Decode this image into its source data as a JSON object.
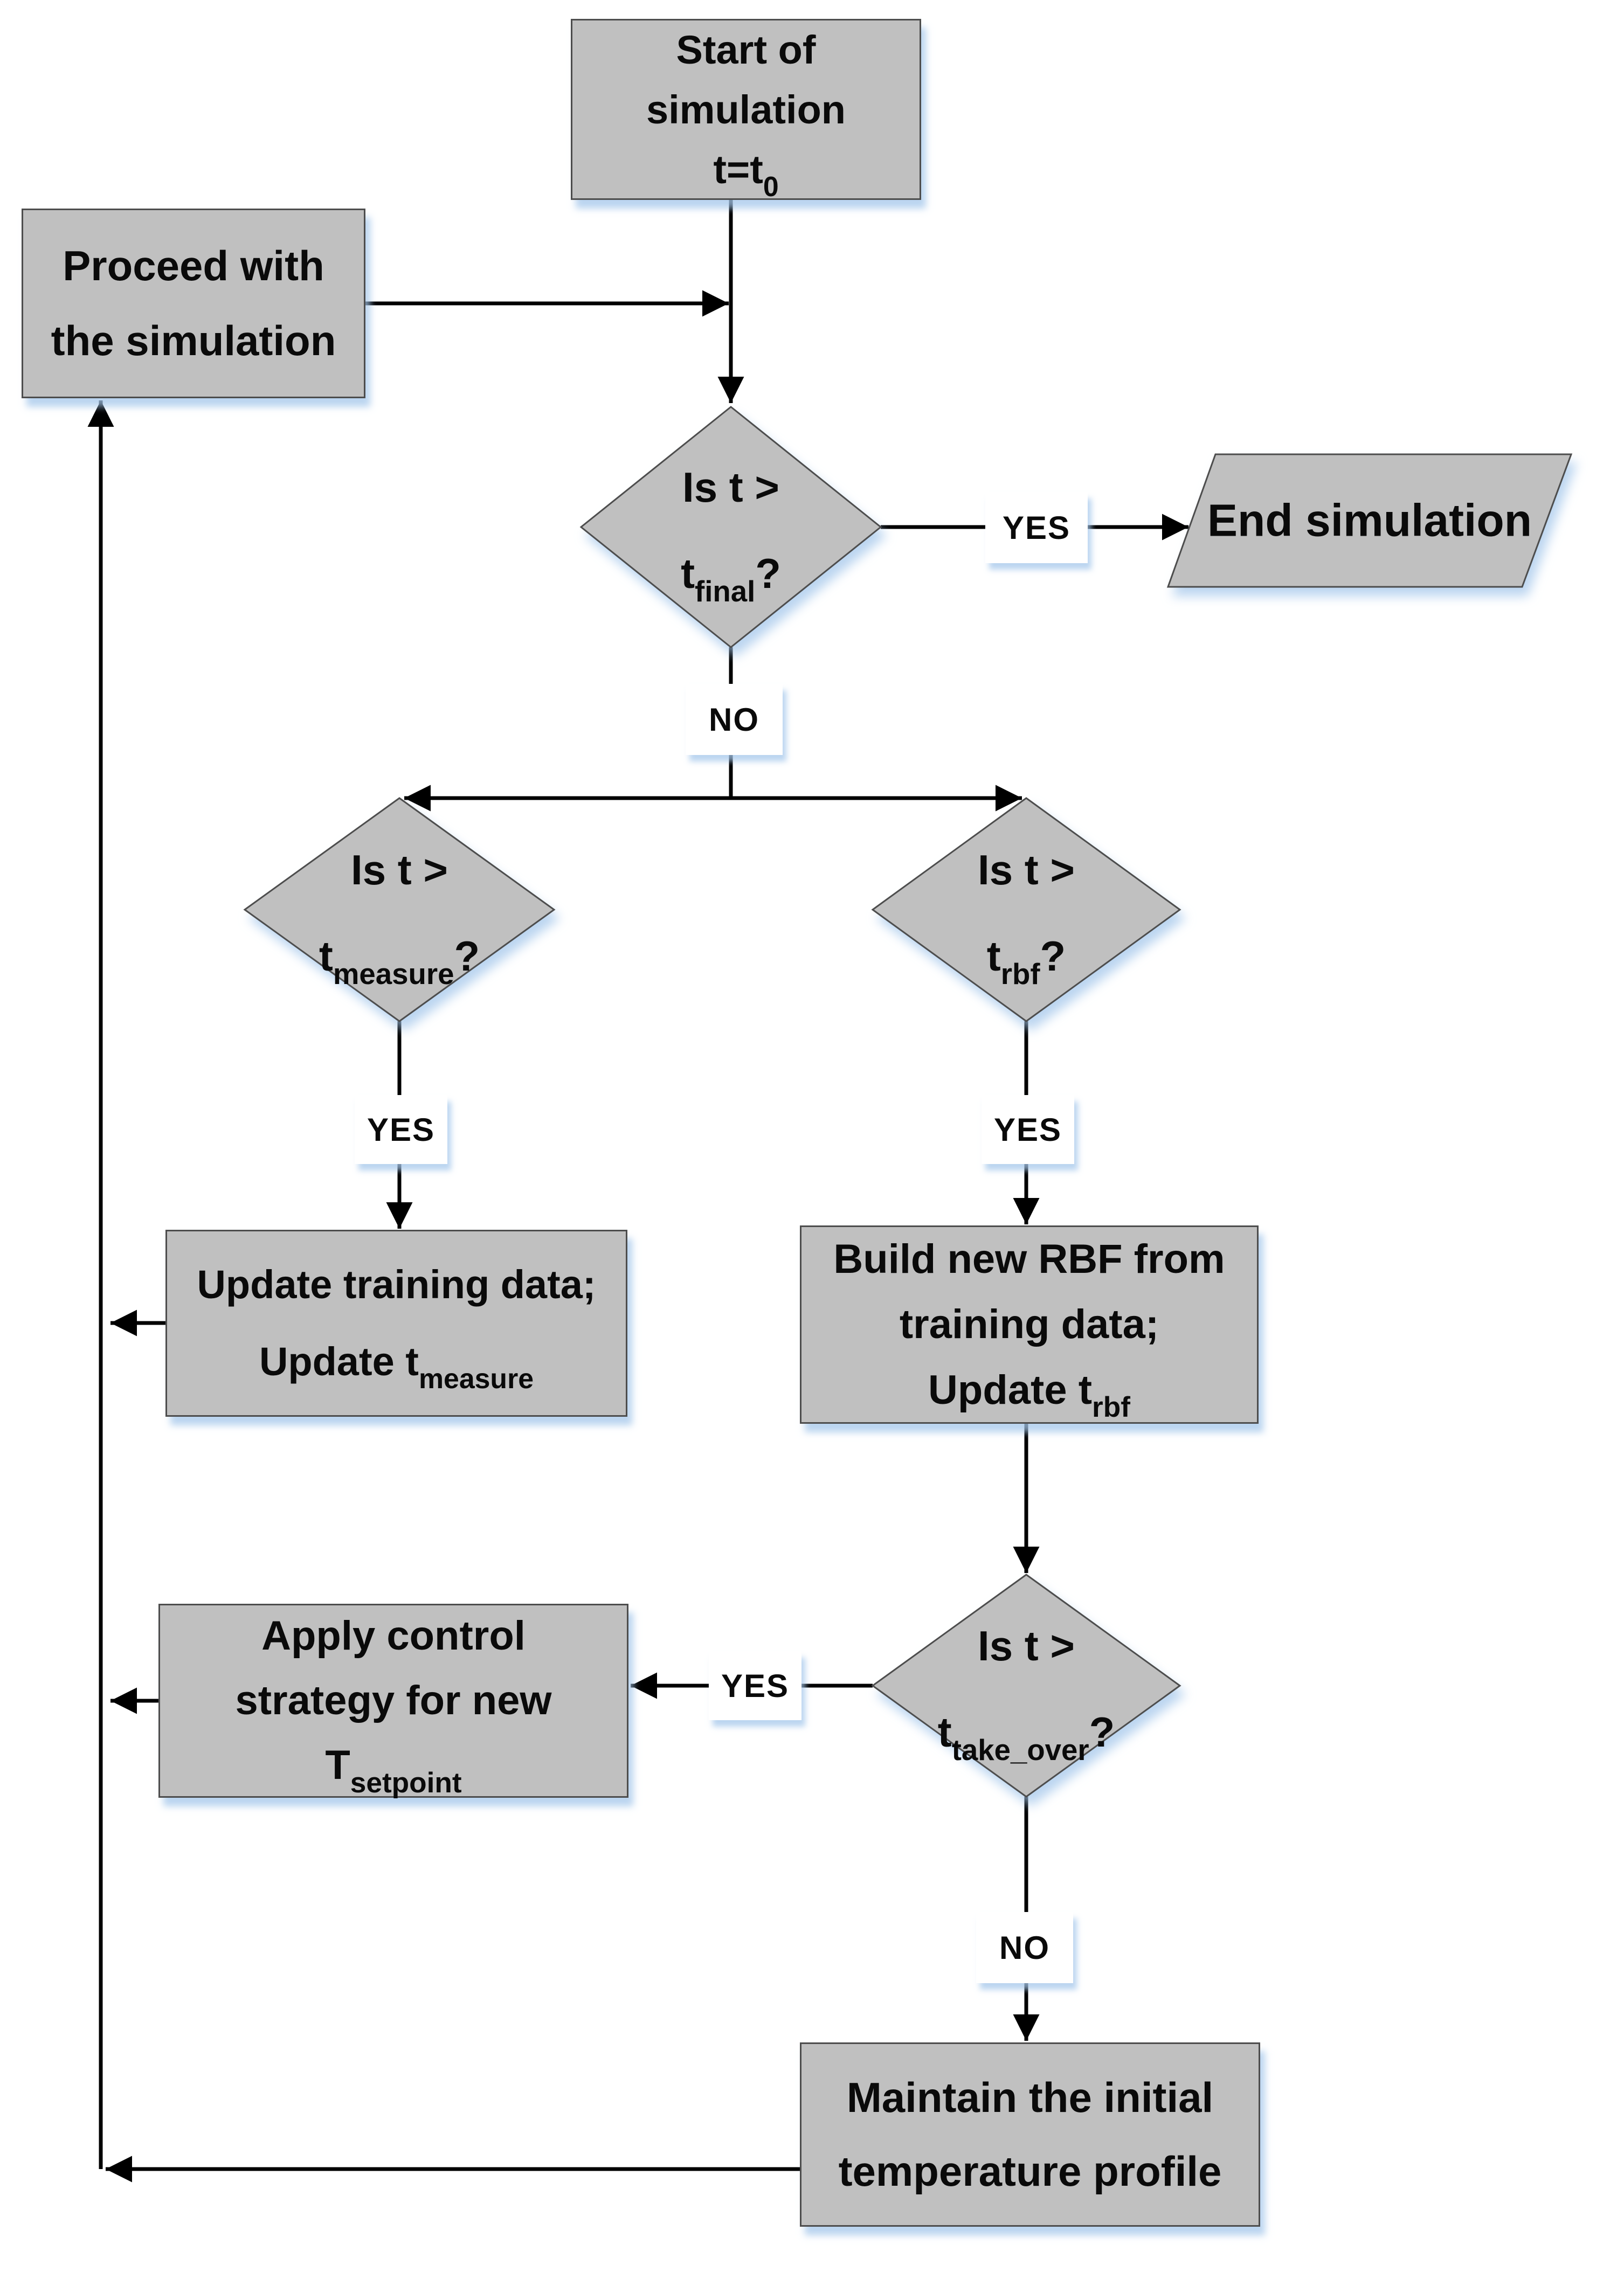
{
  "colors": {
    "node_fill": "#c0c0c0",
    "node_border": "#4d4d4d",
    "connector": "#000000",
    "shadow": "rgba(164,199,235,0.75)",
    "label_bg": "#ffffff",
    "text": "#0a0a0a",
    "background": "#ffffff"
  },
  "nodes": {
    "start": {
      "line1": "Start of",
      "line2": "simulation",
      "line3_main": "t=t",
      "line3_sub": "0"
    },
    "proceed": {
      "line1": "Proceed with",
      "line2": "the simulation"
    },
    "decision_final": {
      "line1": "Is t >",
      "t_main": "t",
      "t_sub": "final",
      "t_suffix": "?"
    },
    "end": {
      "label": "End simulation"
    },
    "decision_measure": {
      "line1": "Is t >",
      "t_main": "t",
      "t_sub": "measure",
      "t_suffix": "?"
    },
    "decision_rbf": {
      "line1": "Is t >",
      "t_main": "t",
      "t_sub": "rbf",
      "t_suffix": "?"
    },
    "update_training": {
      "line1": "Update training data;",
      "line2_main": "Update t",
      "line2_sub": "measure"
    },
    "build_rbf": {
      "line1": "Build new RBF from",
      "line2": "training data;",
      "line3_main": "Update t",
      "line3_sub": "rbf"
    },
    "decision_takeover": {
      "line1": "Is t >",
      "t_main": "t",
      "t_sub": "take_over",
      "t_suffix": "?"
    },
    "apply_control": {
      "line1": "Apply control",
      "line2": "strategy for new",
      "line3_main": "T",
      "line3_sub": "setpoint"
    },
    "maintain": {
      "line1": "Maintain the initial",
      "line2": "temperature profile"
    }
  },
  "edge_labels": {
    "yes_final": "YES",
    "no_final": "NO",
    "yes_measure": "YES",
    "yes_rbf": "YES",
    "yes_takeover": "YES",
    "no_takeover": "NO"
  }
}
